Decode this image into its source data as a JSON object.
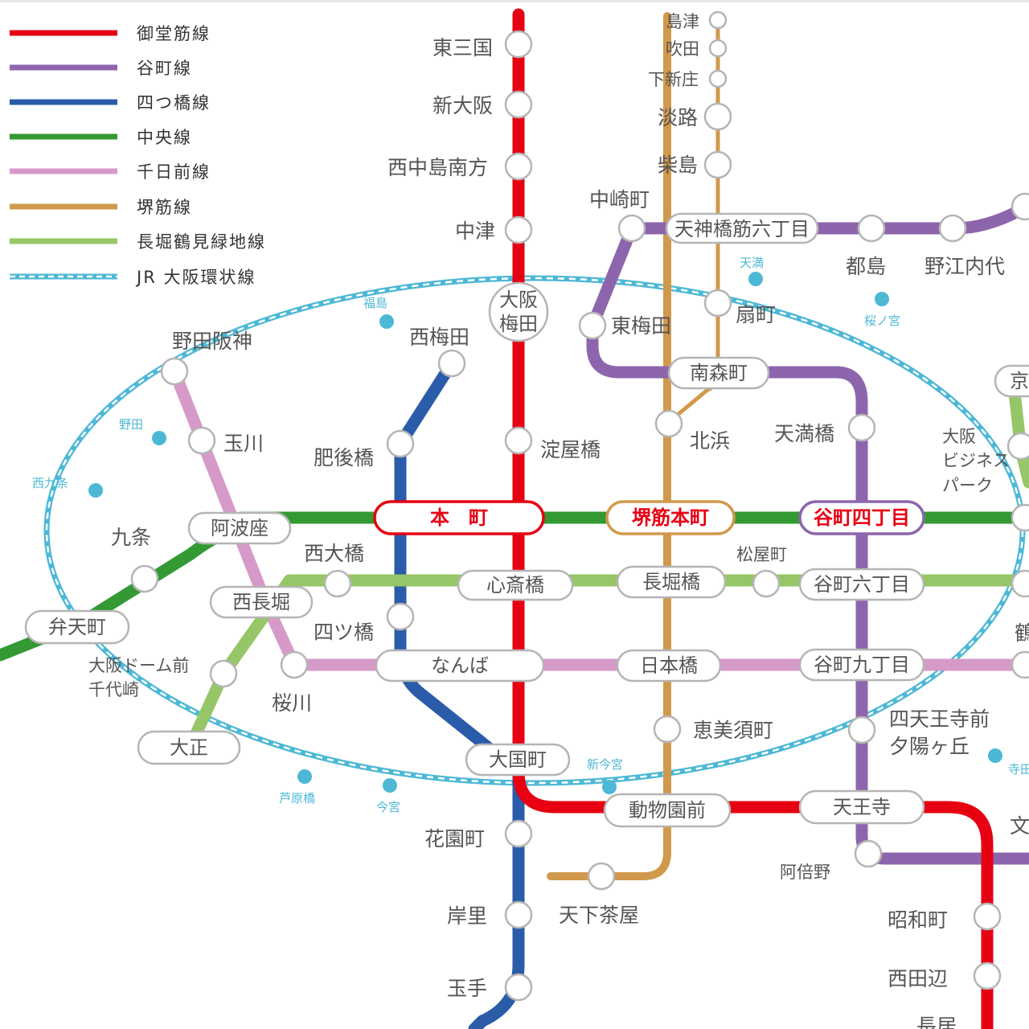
{
  "legend": [
    {
      "name": "御堂筋線",
      "color": "#e60012",
      "style": "solid"
    },
    {
      "name": "谷町線",
      "color": "#8d65ad",
      "style": "solid"
    },
    {
      "name": "四つ橋線",
      "color": "#2a5caa",
      "style": "solid"
    },
    {
      "name": "中央線",
      "color": "#339933",
      "style": "solid"
    },
    {
      "name": "千日前線",
      "color": "#d69ac9",
      "style": "solid"
    },
    {
      "name": "堺筋線",
      "color": "#d1994c",
      "style": "solid"
    },
    {
      "name": "長堀鶴見緑地線",
      "color": "#96c667",
      "style": "solid"
    },
    {
      "name": "JR 大阪環状線",
      "color": "#4db8d6",
      "style": "dashed"
    }
  ],
  "colors": {
    "midosuji": "#e60012",
    "tanimachi": "#8d65ad",
    "yotsubashi": "#2a5caa",
    "chuo": "#339933",
    "sennichimae": "#d69ac9",
    "sakaisuji": "#d1994c",
    "nagahori": "#96c667",
    "jr_loop": "#4db8d6"
  },
  "stations": {
    "higashimikuni": "東三国",
    "shinosaka": "新大阪",
    "nishinakajima": "西中島南方",
    "nakatsu": "中津",
    "umeda_1": "大阪",
    "umeda_2": "梅田",
    "yodoyabashi": "淀屋橋",
    "shinsaibashi": "心斎橋",
    "namba": "なんば",
    "daikokucho": "大国町",
    "dobutsuenmae": "動物園前",
    "tennoji": "天王寺",
    "showacho": "昭和町",
    "nishitanabe": "西田辺",
    "hanazonocho": "花園町",
    "kishinosato": "岸里",
    "tamade": "玉手",
    "nishiumeda": "西梅田",
    "higobashi": "肥後橋",
    "yotsubashi": "四ツ橋",
    "hommachi": "本　町",
    "sakaisuji_hommachi": "堺筋本町",
    "tanimachi4": "谷町四丁目",
    "tanimachi6": "谷町六丁目",
    "tanimachi9": "谷町九丁目",
    "higashiumeda": "東梅田",
    "minamimorimachi": "南森町",
    "tenmabashi": "天満橋",
    "nakazakicho": "中崎町",
    "tenjimbashi6": "天神橋筋六丁目",
    "miyakojima": "都島",
    "noe": "野江内代",
    "shitennoji_1": "四天王寺前",
    "shitennoji_2": "夕陽ヶ丘",
    "abeno": "阿倍野",
    "kitahama": "北浜",
    "nagahoribashi": "長堀橋",
    "nipponbashi": "日本橋",
    "ebisucho": "恵美須町",
    "tengachaya": "天下茶屋",
    "ogimachi": "扇町",
    "awaji": "淡路",
    "kunijima": "柴島",
    "shimoshinjo": "下新庄",
    "suita": "吹田",
    "kishibe": "島津",
    "nishiohashi": "西大橋",
    "nishinagahori": "西長堀",
    "matsuyamachi": "松屋町",
    "osakadome_1": "大阪ドーム前",
    "osakadome_2": "千代崎",
    "taisho": "大正",
    "noda_hanshin": "野田阪神",
    "tamagawa": "玉川",
    "awaza": "阿波座",
    "sakuragawa": "桜川",
    "kujo": "九条",
    "bentencho": "弁天町",
    "obp_1": "大阪",
    "obp_2": "ビジネス",
    "obp_3": "パーク",
    "kyobashi_partial": "京",
    "morinomiya_partial": "鶴",
    "bunnosato_partial": "文",
    "nagai_partial": "長居"
  },
  "jr_stations": {
    "tenma": "天満",
    "sakuranomiya": "桜ノ宮",
    "fukushima": "福島",
    "noda": "野田",
    "nishikujo": "西九条",
    "ashiharabashi": "芦原橋",
    "imamiya": "今宮",
    "shinimamiya": "新今宮",
    "teradacho_partial": "寺田"
  }
}
